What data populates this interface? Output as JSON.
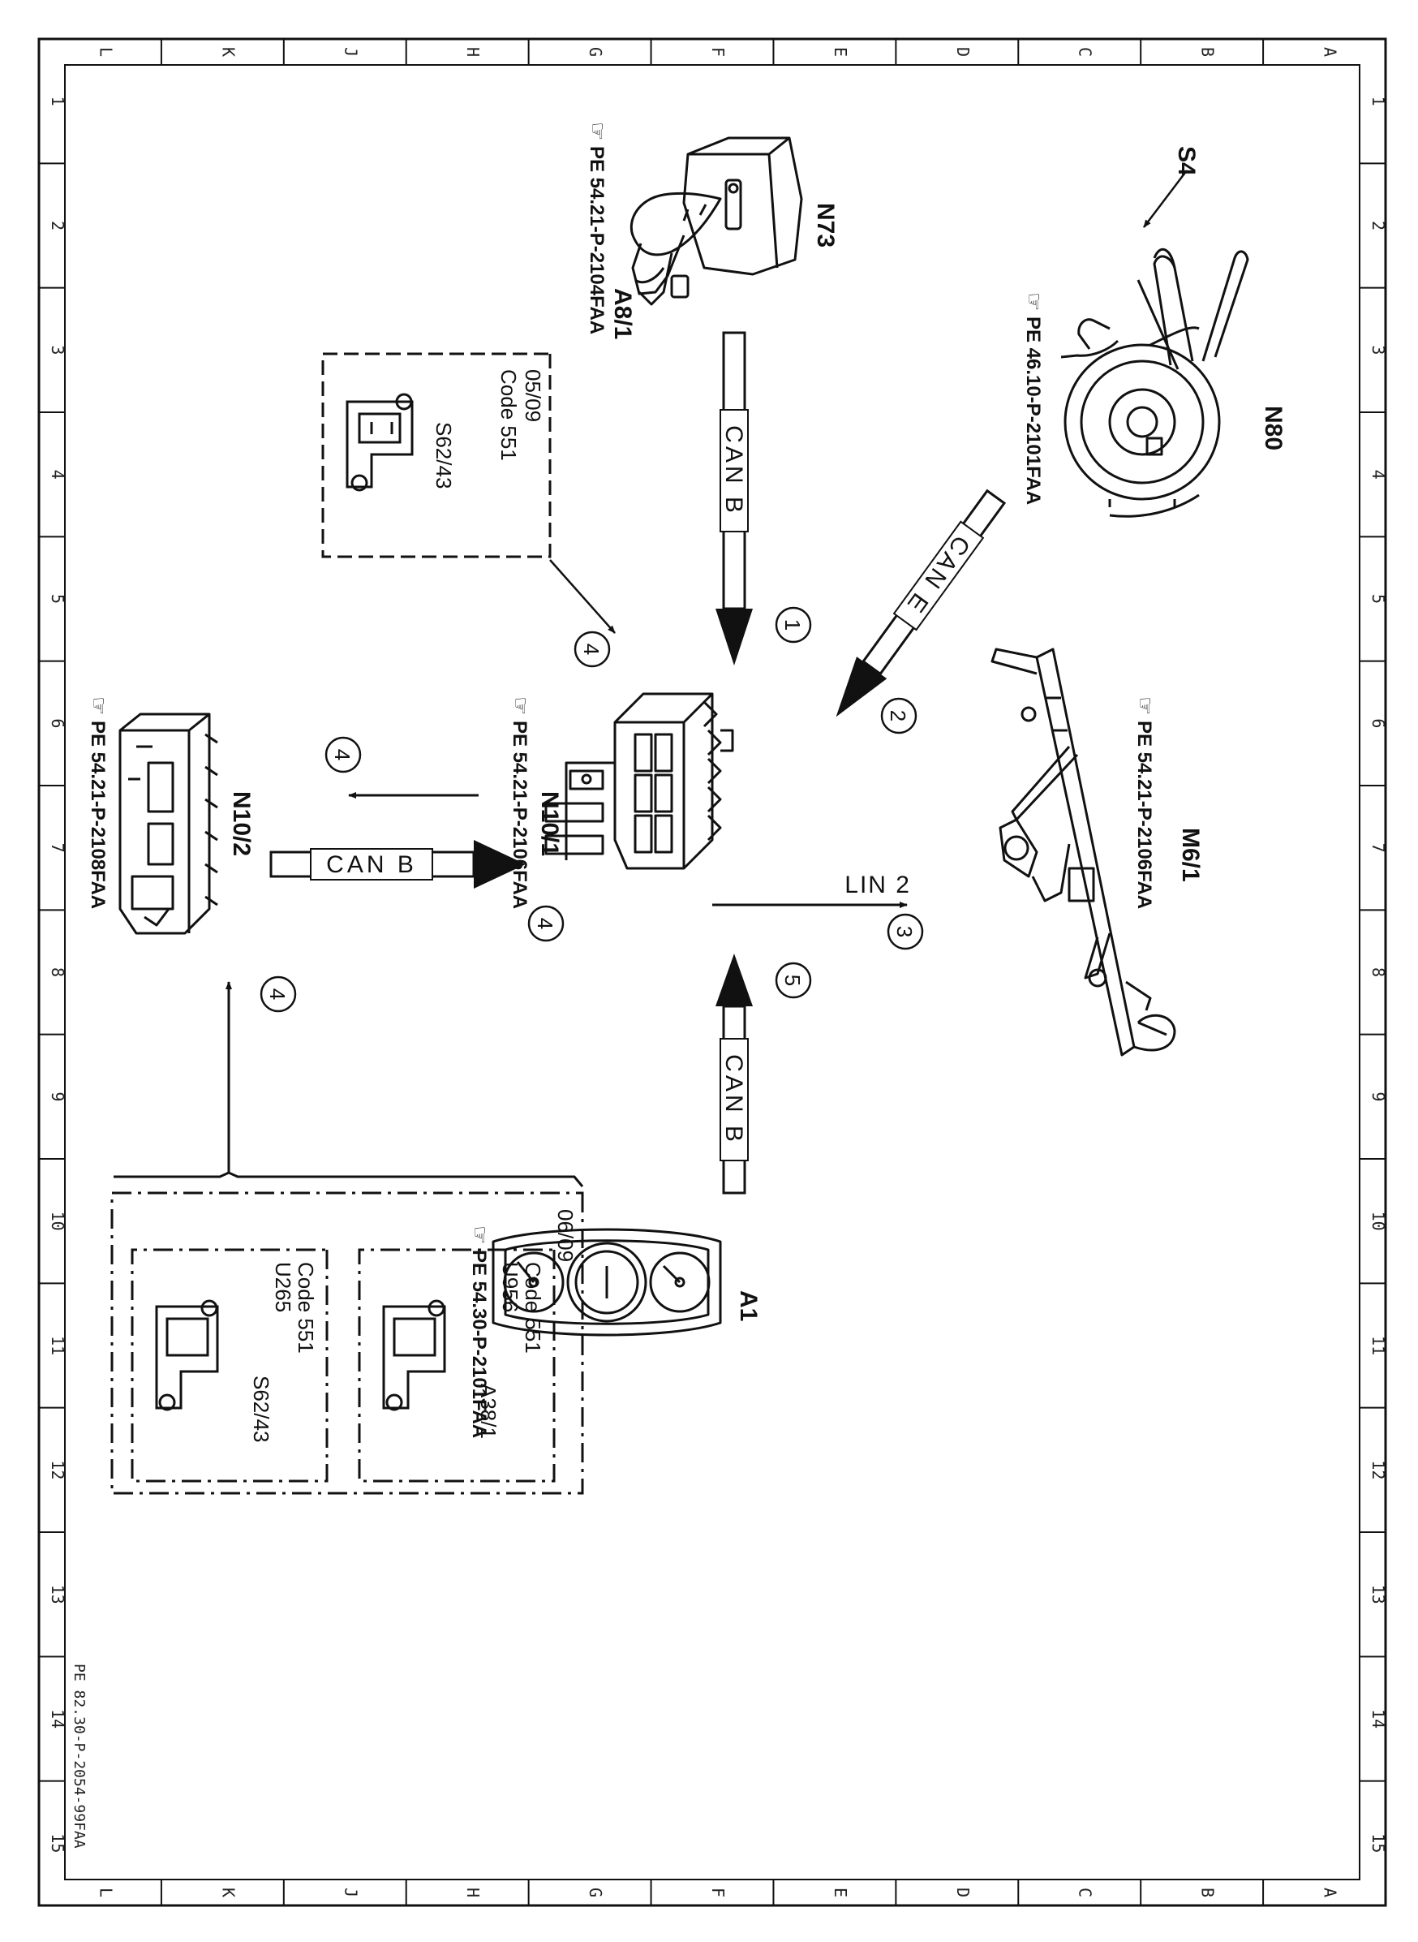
{
  "frame": {
    "column_letters_top": [
      "L",
      "K",
      "J",
      "H",
      "G",
      "F",
      "E",
      "D",
      "C",
      "B",
      "A"
    ],
    "column_letters_bottom": [
      "L",
      "K",
      "J",
      "H",
      "G",
      "F",
      "E",
      "D",
      "C",
      "B",
      "A"
    ],
    "row_numbers": [
      "1",
      "2",
      "3",
      "4",
      "5",
      "6",
      "7",
      "8",
      "9",
      "10",
      "11",
      "12",
      "13",
      "14",
      "15"
    ],
    "document_code": "PE 82.30-P-2054-99FAA"
  },
  "components": {
    "n73": {
      "label": "N73"
    },
    "a8_1": {
      "label": "A8/1"
    },
    "n73_ref": {
      "ref": "PE 54.21-P-2104FAA"
    },
    "s4": {
      "label": "S4"
    },
    "n80": {
      "label": "N80"
    },
    "n80_ref": {
      "ref": "PE 46.10-P-2101FAA"
    },
    "s62_43_top": {
      "label": "S62/43",
      "code": "Code 551",
      "date": "05/09"
    },
    "n10_1": {
      "label": "N10/1"
    },
    "n10_1_ref": {
      "ref": "PE 54.21-P-2106FAA"
    },
    "m6_1": {
      "label": "M6/1"
    },
    "m6_1_ref": {
      "ref": "PE 54.21-P-2106FAA"
    },
    "n10_2": {
      "label": "N10/2"
    },
    "n10_2_ref": {
      "ref": "PE 54.21-P-2108FAA"
    },
    "a1": {
      "label": "A1"
    },
    "a1_ref": {
      "ref": "PE 54.30-P-2101FAA"
    },
    "bottom_group": {
      "date": "06/09",
      "a38_1": {
        "label": "A38/1",
        "code": "Code 551",
        "subcode": "U956"
      },
      "s62_43": {
        "label": "S62/43",
        "code": "Code 551",
        "subcode": "U265"
      }
    }
  },
  "buses": {
    "can_b_top": "CAN B",
    "can_e": "CAN E",
    "can_b_left": "CAN B",
    "can_b_bottom": "CAN B",
    "lin2": "LIN 2"
  },
  "callouts": {
    "c1": "1",
    "c2": "2",
    "c3": "3",
    "c4a": "4",
    "c4b": "4",
    "c4c": "4",
    "c4d": "4",
    "c5": "5"
  }
}
